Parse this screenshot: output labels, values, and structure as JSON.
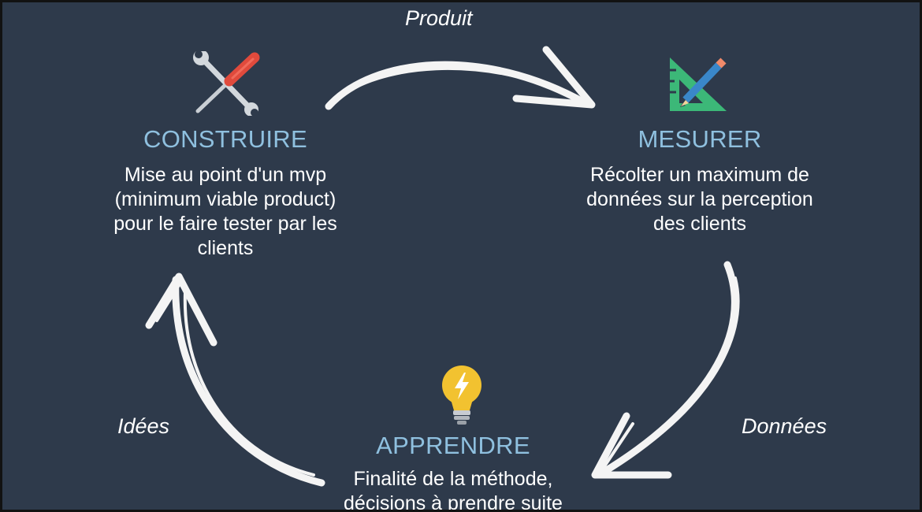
{
  "edges": {
    "top": "Produit",
    "right": "Données",
    "left": "Idées"
  },
  "stages": {
    "build": {
      "icon": "wrench-screwdriver-icon",
      "title": "CONSTRUIRE",
      "lines": [
        "Mise au point d'un mvp",
        "(minimum viable product)",
        "pour le faire tester par les",
        "clients"
      ]
    },
    "measure": {
      "icon": "ruler-pencil-icon",
      "title": "MESURER",
      "lines": [
        "Récolter un maximum de",
        "données sur la perception",
        "des clients"
      ]
    },
    "learn": {
      "icon": "lightbulb-icon",
      "title": "APPRENDRE",
      "lines": [
        "Finalité de la méthode,",
        "décisions à prendre suite"
      ]
    }
  },
  "colors": {
    "background": "#2e3a4b",
    "title": "#8fc0df",
    "text": "#ffffff",
    "arrow": "#f4f4f4"
  }
}
